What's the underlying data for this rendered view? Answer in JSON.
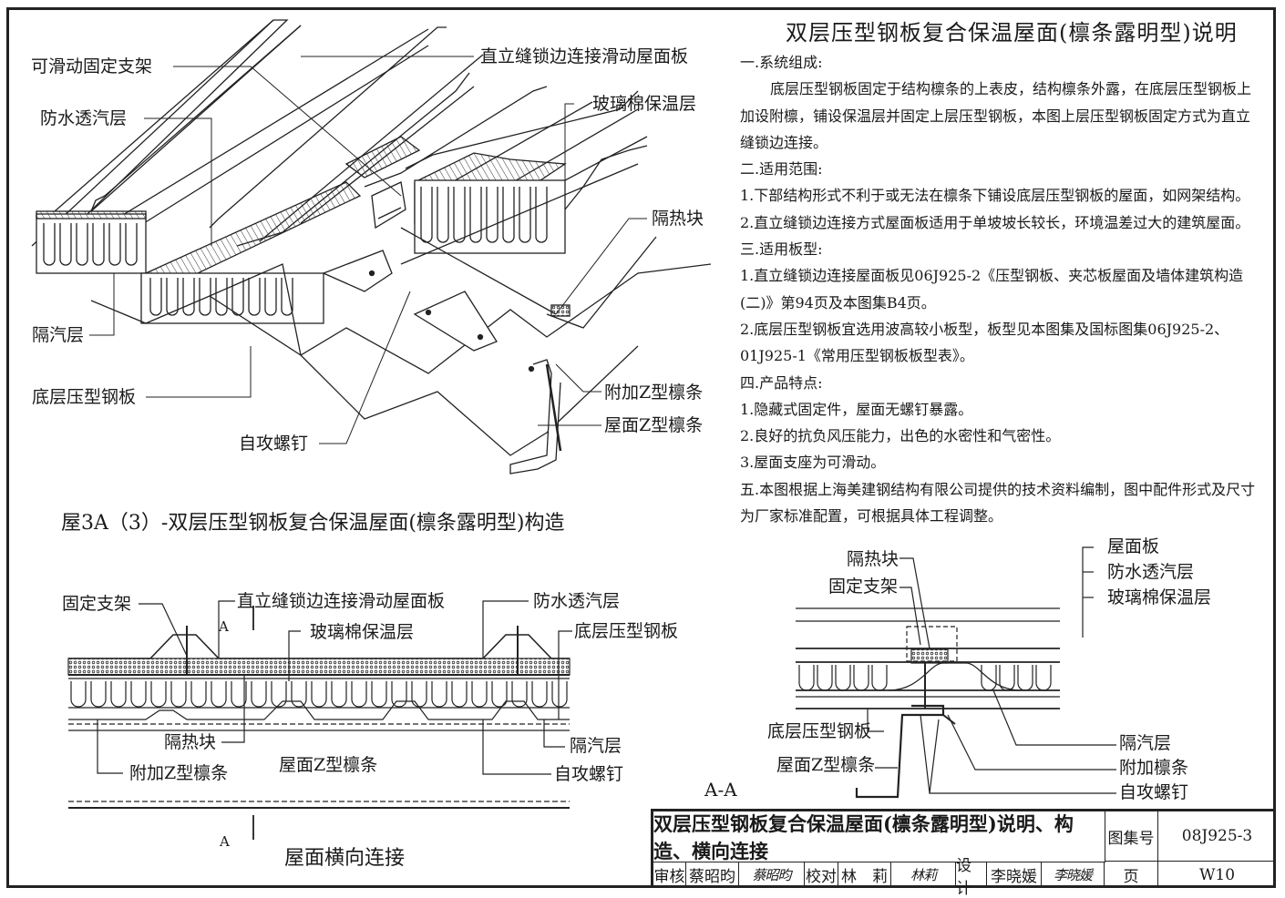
{
  "notes": {
    "title": "双层压型钢板复合保温屋面(檩条露明型)说明",
    "lines": [
      {
        "text": "一.系统组成:",
        "indent": false
      },
      {
        "text": "底层压型钢板固定于结构檩条的上表皮，结构檩条外露，在底层压型钢板上",
        "indent": true
      },
      {
        "text": "加设附檩，铺设保温层并固定上层压型钢板，本图上层压型钢板固定方式为直立",
        "indent": false
      },
      {
        "text": "缝锁边连接。",
        "indent": false
      },
      {
        "text": "二.适用范围:",
        "indent": false
      },
      {
        "text": "1.下部结构形式不利于或无法在檩条下铺设底层压型钢板的屋面，如网架结构。",
        "indent": false
      },
      {
        "text": "2.直立缝锁边连接方式屋面板适用于单坡坡长较长，环境温差过大的建筑屋面。",
        "indent": false
      },
      {
        "text": "三.适用板型:",
        "indent": false
      },
      {
        "text": "1.直立缝锁边连接屋面板见06J925-2《压型钢板、夹芯板屋面及墙体建筑构造",
        "indent": false
      },
      {
        "text": "(二)》第94页及本图集B4页。",
        "indent": false
      },
      {
        "text": "2.底层压型钢板宜选用波高较小板型，板型见本图集及国标图集06J925-2、",
        "indent": false
      },
      {
        "text": "01J925-1《常用压型钢板板型表》。",
        "indent": false
      },
      {
        "text": "四.产品特点:",
        "indent": false
      },
      {
        "text": "1.隐藏式固定件，屋面无螺钉暴露。",
        "indent": false
      },
      {
        "text": "2.良好的抗负风压能力，出色的水密性和气密性。",
        "indent": false
      },
      {
        "text": "3.屋面支座为可滑动。",
        "indent": false
      },
      {
        "text": "五.本图根据上海美建钢结构有限公司提供的技术资料编制，图中配件形式及尺寸",
        "indent": false
      },
      {
        "text": "为厂家标准配置，可根据具体工程调整。",
        "indent": false
      }
    ]
  },
  "iso_view": {
    "caption": "屋3A（3）-双层压型钢板复合保温屋面(檩条露明型)构造",
    "labels": {
      "sliding_bracket": "可滑动固定支架",
      "standing_seam_panel": "直立缝锁边连接滑动屋面板",
      "waterproof_membrane": "防水透汽层",
      "glass_wool": "玻璃棉保温层",
      "thermal_block": "隔热块",
      "vapor_barrier": "隔汽层",
      "bottom_steel_sheet": "底层压型钢板",
      "extra_z_purlin": "附加Z型檩条",
      "roof_z_purlin": "屋面Z型檩条",
      "self_tapping_screw": "自攻螺钉"
    }
  },
  "transverse_section": {
    "caption": "屋面横向连接",
    "section_mark": "A",
    "labels": {
      "fixed_bracket": "固定支架",
      "standing_seam_panel": "直立缝锁边连接滑动屋面板",
      "waterproof_membrane": "防水透汽层",
      "glass_wool": "玻璃棉保温层",
      "bottom_steel_sheet": "底层压型钢板",
      "thermal_block": "隔热块",
      "vapor_barrier": "隔汽层",
      "extra_z_purlin": "附加Z型檩条",
      "roof_z_purlin": "屋面Z型檩条",
      "self_tapping_screw": "自攻螺钉"
    }
  },
  "section_aa": {
    "caption": "A-A",
    "labels": {
      "thermal_block": "隔热块",
      "fixed_bracket": "固定支架",
      "roof_panel": "屋面板",
      "waterproof_membrane": "防水透汽层",
      "glass_wool": "玻璃棉保温层",
      "bottom_steel_sheet": "底层压型钢板",
      "roof_z_purlin": "屋面Z型檩条",
      "vapor_barrier": "隔汽层",
      "extra_purlin": "附加檩条",
      "self_tapping_screw": "自攻螺钉"
    }
  },
  "title_block": {
    "title": "双层压型钢板复合保温屋面(檩条露明型)说明、构造、横向连接",
    "atlas_label": "图集号",
    "atlas_number": "08J925-3",
    "review_label": "审核",
    "reviewer": "蔡昭昀",
    "reviewer_signature": "蔡昭昀",
    "check_label": "校对",
    "checker": "林　莉",
    "checker_signature": "林莉",
    "design_label": "设计",
    "designer": "李晓媛",
    "designer_signature": "李晓媛",
    "page_label": "页",
    "page_number": "W10"
  }
}
